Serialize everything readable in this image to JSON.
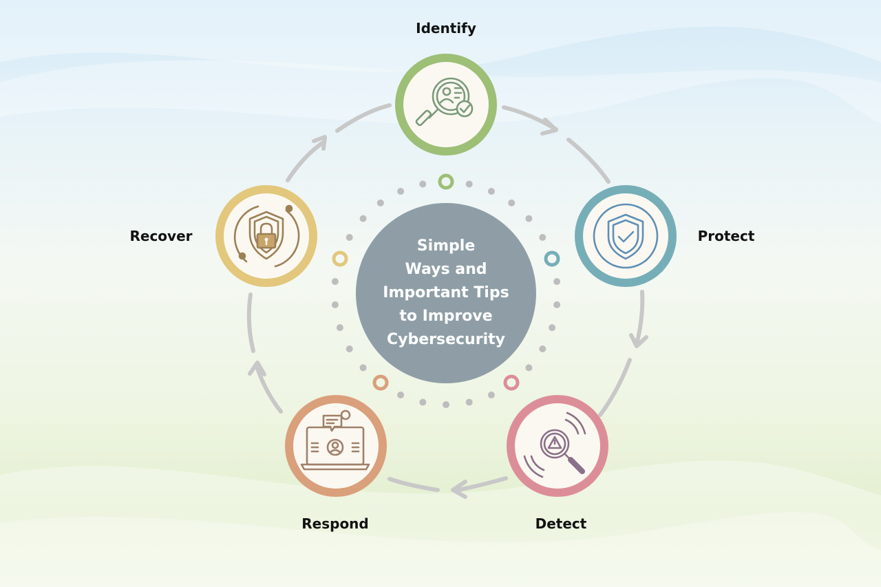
{
  "center": {
    "lines": [
      "Simple",
      "Ways and",
      "Important Tips",
      "to Improve",
      "Cybersecurity"
    ]
  },
  "stages": [
    {
      "label": "Identify",
      "color": "#9dbf76",
      "icon": "magnifier-profile-check-icon"
    },
    {
      "label": "Protect",
      "color": "#76aeb8",
      "icon": "shield-check-icon"
    },
    {
      "label": "Detect",
      "color": "#dc8e98",
      "icon": "magnifier-warning-icon"
    },
    {
      "label": "Respond",
      "color": "#d9a07b",
      "icon": "laptop-chat-support-icon"
    },
    {
      "label": "Recover",
      "color": "#e2c77c",
      "icon": "shield-lock-icon"
    }
  ],
  "colors": {
    "center_fill": "#8f9ea6",
    "ring_track": "#c8c8c8",
    "dots": "#bdbdbd",
    "icon_stroke": "#7a8a86"
  }
}
